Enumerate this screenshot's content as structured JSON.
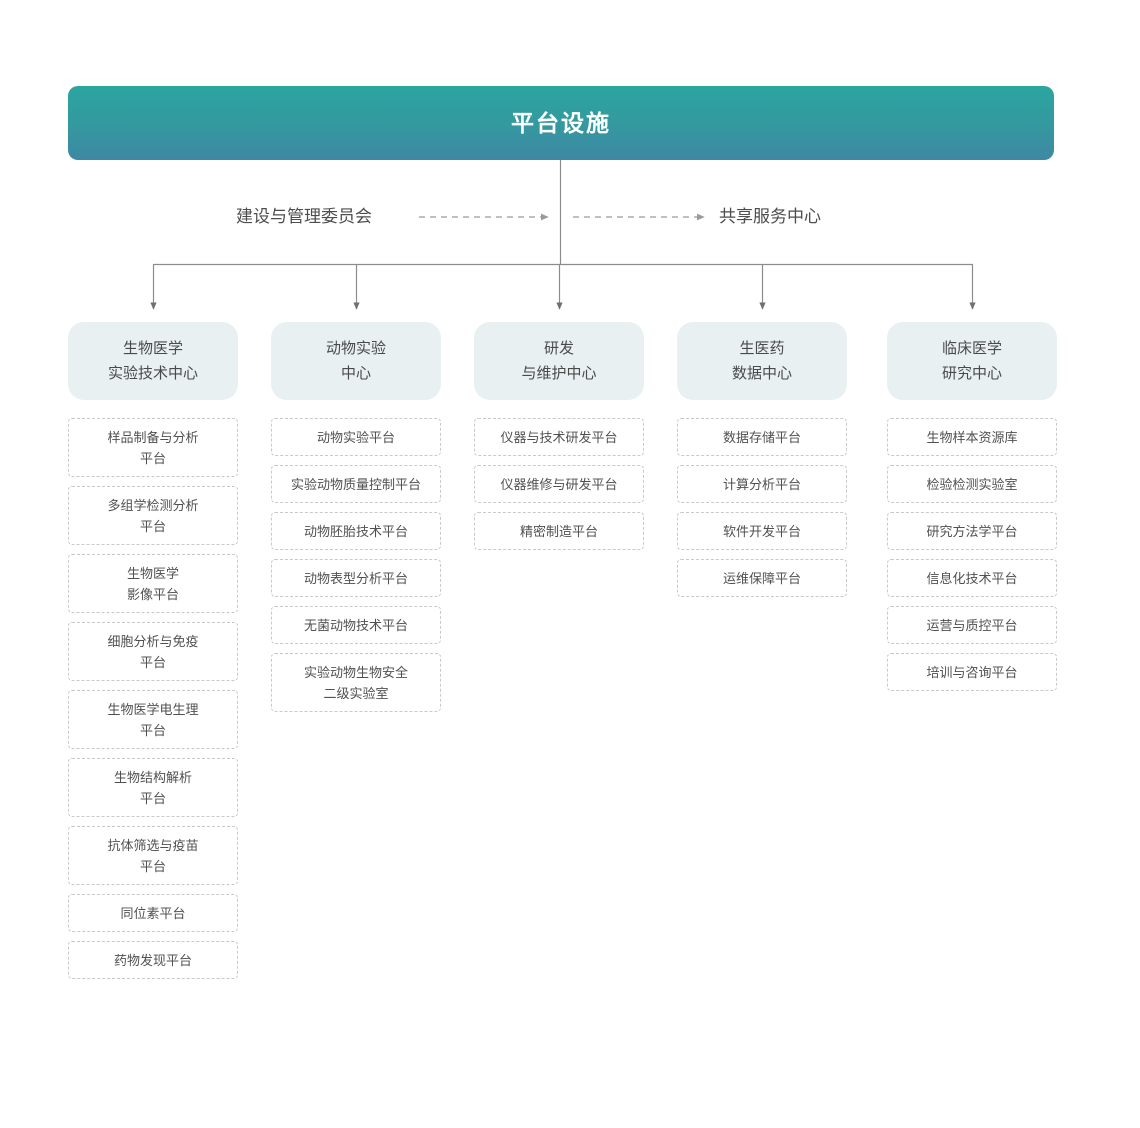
{
  "diagram": {
    "type": "organization-chart",
    "root": {
      "title": "平台设施"
    },
    "side_labels": {
      "left": "建设与管理委员会",
      "right": "共享服务中心"
    },
    "colors": {
      "banner_gradient_top": "#2ba5a0",
      "banner_gradient_bottom": "#3e88a4",
      "center_box_fill": "#e8f0f1",
      "item_border": "#c9c9c9",
      "connector_line": "#8c8c8c",
      "text": "#4a4a4a"
    },
    "columns": [
      {
        "center": {
          "line1": "生物医学",
          "line2": "实验技术中心"
        },
        "items": [
          {
            "line1": "样品制备与分析",
            "line2": "平台"
          },
          {
            "line1": "多组学检测分析",
            "line2": "平台"
          },
          {
            "line1": "生物医学",
            "line2": "影像平台"
          },
          {
            "line1": "细胞分析与免疫",
            "line2": "平台"
          },
          {
            "line1": "生物医学电生理",
            "line2": "平台"
          },
          {
            "line1": "生物结构解析",
            "line2": "平台"
          },
          {
            "line1": "抗体筛选与疫苗",
            "line2": "平台"
          },
          {
            "line1": "同位素平台",
            "line2": ""
          },
          {
            "line1": "药物发现平台",
            "line2": ""
          }
        ]
      },
      {
        "center": {
          "line1": "动物实验",
          "line2": "中心"
        },
        "items": [
          {
            "line1": "动物实验平台",
            "line2": ""
          },
          {
            "line1": "实验动物质量控制平台",
            "line2": ""
          },
          {
            "line1": "动物胚胎技术平台",
            "line2": ""
          },
          {
            "line1": "动物表型分析平台",
            "line2": ""
          },
          {
            "line1": "无菌动物技术平台",
            "line2": ""
          },
          {
            "line1": "实验动物生物安全",
            "line2": "二级实验室"
          }
        ]
      },
      {
        "center": {
          "line1": "研发",
          "line2": "与维护中心"
        },
        "items": [
          {
            "line1": "仪器与技术研发平台",
            "line2": ""
          },
          {
            "line1": "仪器维修与研发平台",
            "line2": ""
          },
          {
            "line1": "精密制造平台",
            "line2": ""
          }
        ]
      },
      {
        "center": {
          "line1": "生医药",
          "line2": "数据中心"
        },
        "items": [
          {
            "line1": "数据存储平台",
            "line2": ""
          },
          {
            "line1": "计算分析平台",
            "line2": ""
          },
          {
            "line1": "软件开发平台",
            "line2": ""
          },
          {
            "line1": "运维保障平台",
            "line2": ""
          }
        ]
      },
      {
        "center": {
          "line1": "临床医学",
          "line2": "研究中心"
        },
        "items": [
          {
            "line1": "生物样本资源库",
            "line2": ""
          },
          {
            "line1": "检验检测实验室",
            "line2": ""
          },
          {
            "line1": "研究方法学平台",
            "line2": ""
          },
          {
            "line1": "信息化技术平台",
            "line2": ""
          },
          {
            "line1": "运营与质控平台",
            "line2": ""
          },
          {
            "line1": "培训与咨询平台",
            "line2": ""
          }
        ]
      }
    ]
  }
}
